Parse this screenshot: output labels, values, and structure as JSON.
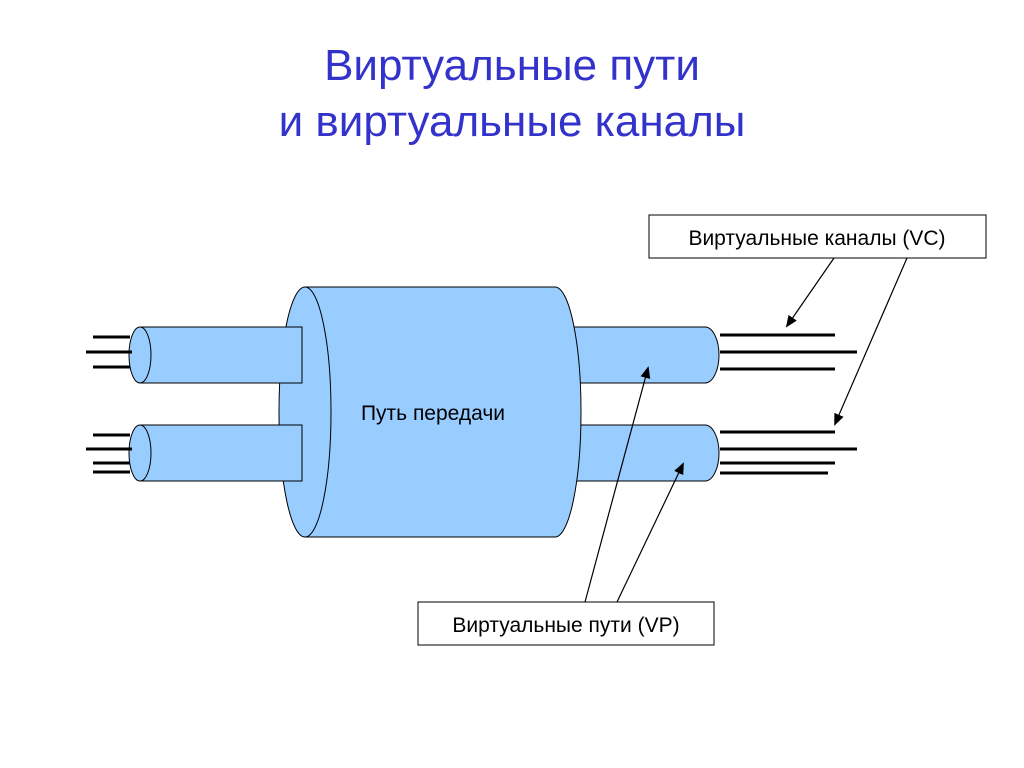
{
  "title": {
    "line1": "Виртуальные пути",
    "line2": "и виртуальные каналы"
  },
  "diagram": {
    "transmission_path_label": "Путь передачи",
    "vc_label": "Виртуальные каналы (VC)",
    "vp_label": "Виртуальные пути (VP)"
  },
  "colors": {
    "title": "#3333cc",
    "tube_fill": "#99ccff",
    "outline": "#000000"
  }
}
